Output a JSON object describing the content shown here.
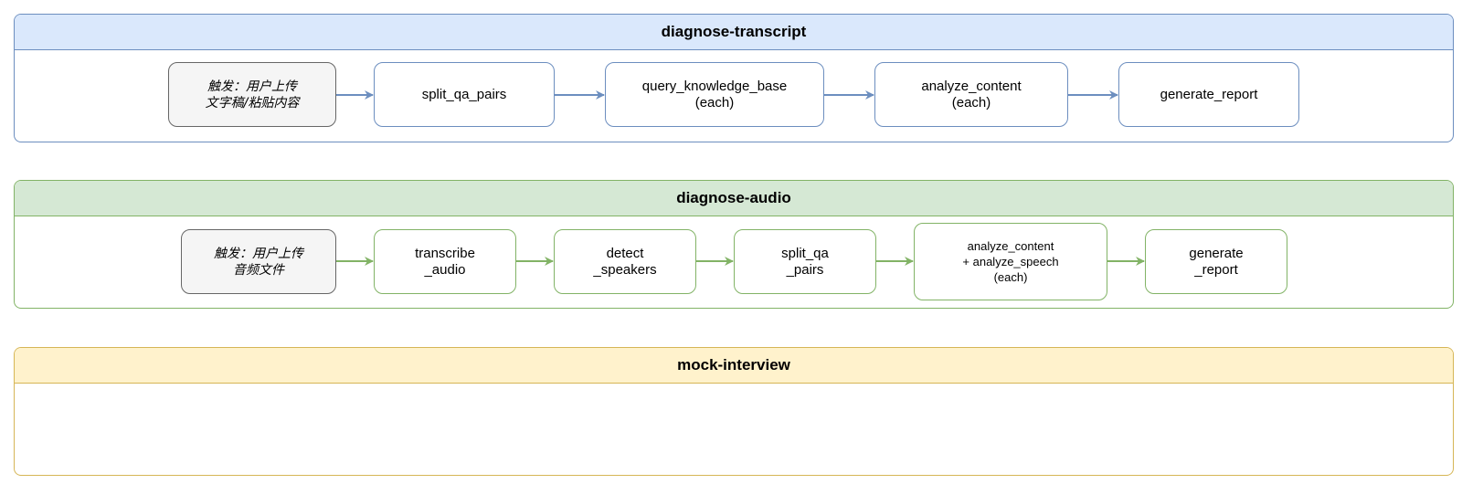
{
  "lanes": {
    "transcript": {
      "title": "diagnose-transcript",
      "nodes": {
        "trigger": "触发：用户上传\n文字稿/粘贴内容",
        "split_qa_pairs": "split_qa_pairs",
        "query_knowledge_base": "query_knowledge_base\n(each)",
        "analyze_content": "analyze_content\n(each)",
        "generate_report": "generate_report"
      }
    },
    "audio": {
      "title": "diagnose-audio",
      "nodes": {
        "trigger": "触发：用户上传\n音频文件",
        "transcribe_audio": "transcribe\n_audio",
        "detect_speakers": "detect\n_speakers",
        "split_qa_pairs": "split_qa\n_pairs",
        "analyze_content_speech": "analyze_content\n+ analyze_speech\n(each)",
        "generate_report": "generate\n_report"
      }
    },
    "mock": {
      "title": "mock-interview"
    }
  },
  "colors": {
    "blue_stroke": "#6c8ebf",
    "blue_fill": "#dae8fc",
    "green_stroke": "#82b366",
    "green_fill": "#d5e8d4",
    "yellow_stroke": "#d6b656",
    "yellow_fill": "#fff2cc",
    "trigger_fill": "#f5f5f5",
    "trigger_stroke": "#666666"
  }
}
